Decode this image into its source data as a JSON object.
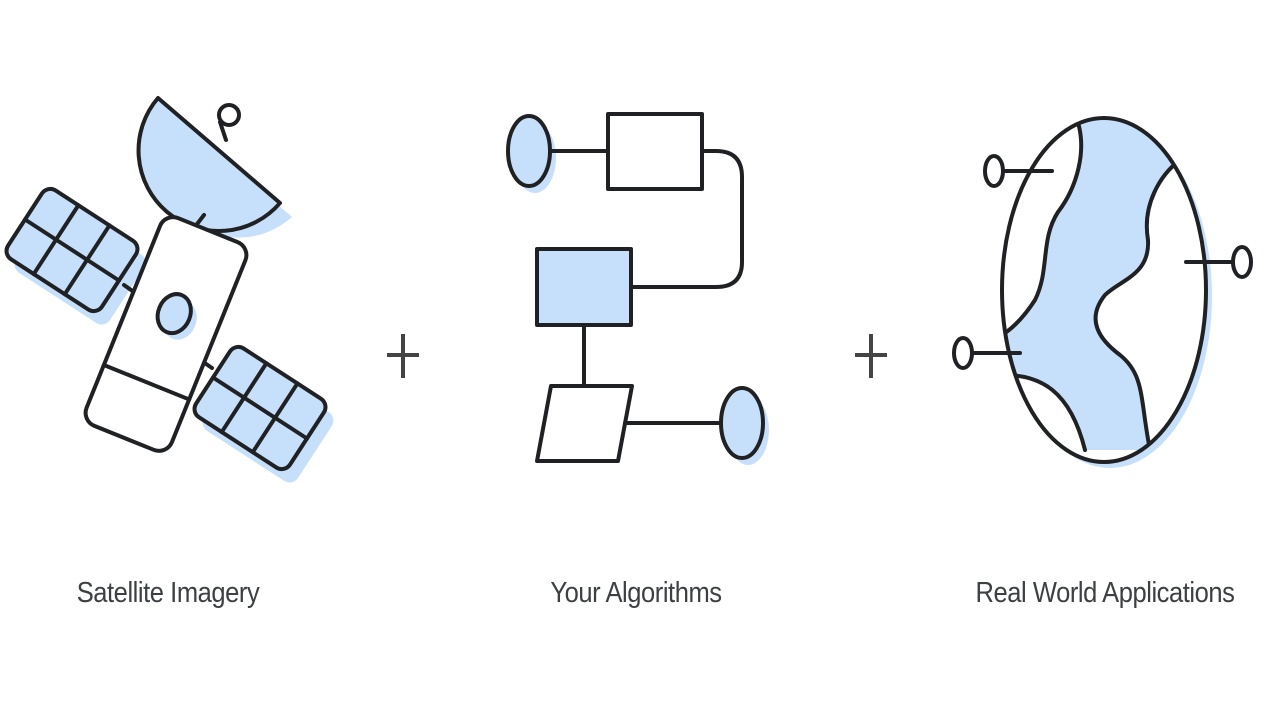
{
  "colors": {
    "stroke": "#202124",
    "fill": "#c6e0fb",
    "plus": "#444444",
    "text": "#3c4043",
    "background": "#ffffff"
  },
  "items": [
    {
      "label": "Satellite Imagery",
      "icon": "satellite-icon"
    },
    {
      "label": "Your Algorithms",
      "icon": "flowchart-icon"
    },
    {
      "label": "Real World Applications",
      "icon": "globe-icon"
    }
  ],
  "operators": [
    {
      "symbol": "+",
      "icon": "plus-icon"
    },
    {
      "symbol": "+",
      "icon": "plus-icon"
    }
  ]
}
